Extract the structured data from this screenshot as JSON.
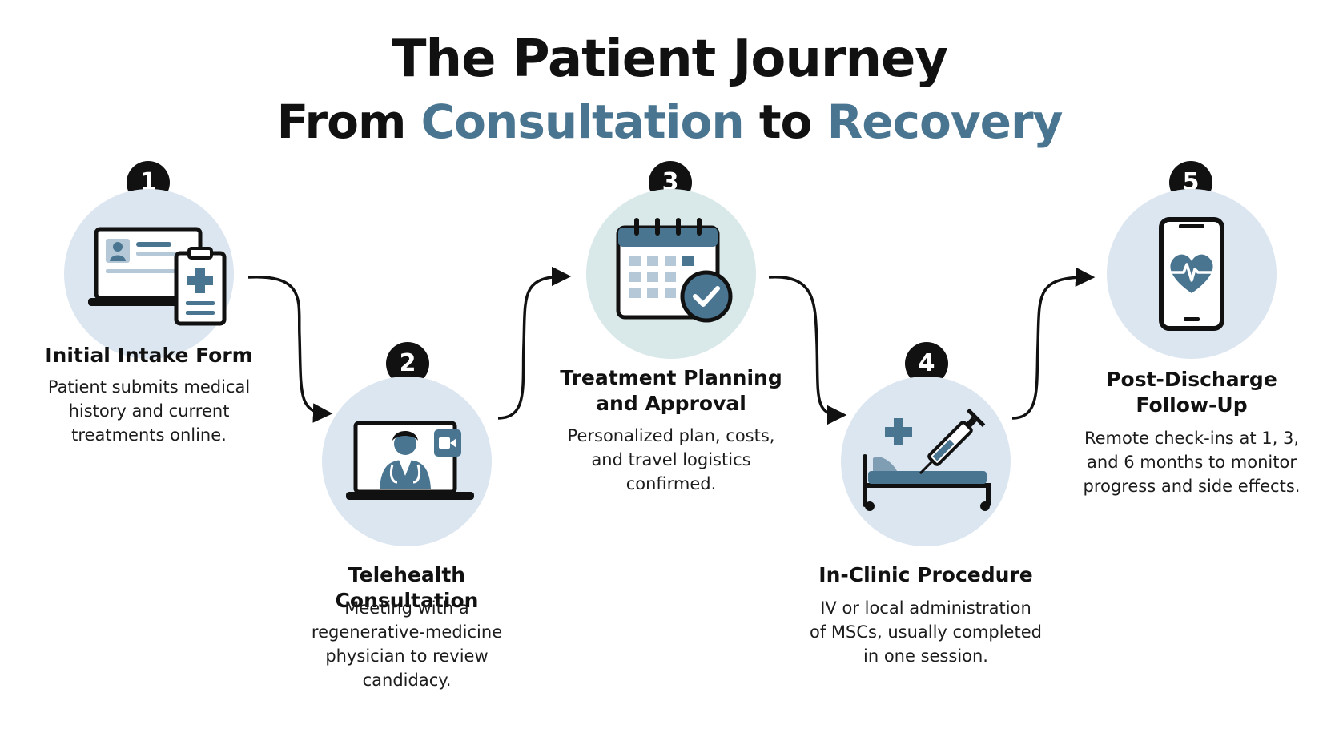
{
  "header": {
    "title": "The Patient Journey",
    "subtitle_from": "From",
    "subtitle_start": "Consultation",
    "subtitle_to": "to",
    "subtitle_end": "Recovery",
    "accent_color": "#4a7591"
  },
  "colors": {
    "circle_blue": "#dce6f0",
    "circle_teal": "#d9e8e8",
    "ink": "#111111",
    "accent": "#4a7591",
    "icon_light": "#b5c8d8"
  },
  "steps": [
    {
      "number": "1",
      "icon": "laptop-clipboard-icon",
      "title_lines": [
        "Initial Intake Form"
      ],
      "desc_lines": [
        "Patient submits medical",
        "history and current",
        "treatments online."
      ]
    },
    {
      "number": "2",
      "icon": "video-call-doctor-icon",
      "title_lines": [
        "Telehealth Consultation"
      ],
      "desc_lines": [
        "Meeting with a",
        "regenerative-medicine",
        "physician to review",
        "candidacy."
      ]
    },
    {
      "number": "3",
      "icon": "calendar-check-icon",
      "title_lines": [
        "Treatment Planning",
        "and Approval"
      ],
      "desc_lines": [
        "Personalized plan, costs,",
        "and travel logistics",
        "confirmed."
      ]
    },
    {
      "number": "4",
      "icon": "hospital-bed-syringe-icon",
      "title_lines": [
        "In-Clinic Procedure"
      ],
      "desc_lines": [
        "IV or local administration",
        "of MSCs, usually completed",
        "in one session."
      ]
    },
    {
      "number": "5",
      "icon": "phone-heartbeat-icon",
      "title_lines": [
        "Post-Discharge",
        "Follow-Up"
      ],
      "desc_lines": [
        "Remote check-ins at 1, 3,",
        "and 6 months to monitor",
        "progress and side effects."
      ]
    }
  ]
}
